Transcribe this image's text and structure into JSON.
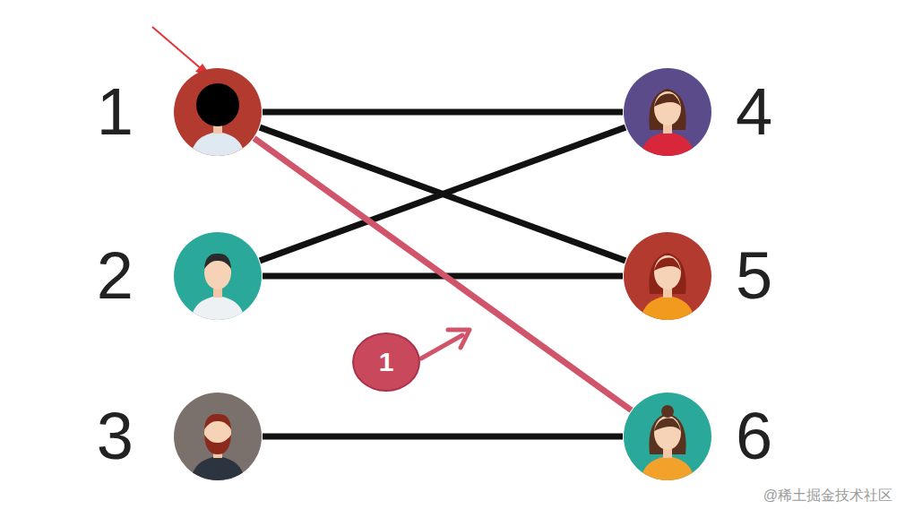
{
  "diagram": {
    "nodes": [
      {
        "text": [
          "1"
        ]
      },
      {
        "text": [
          "2"
        ]
      },
      {
        "text": [
          "3"
        ]
      },
      {
        "text": [
          "4"
        ]
      },
      {
        "text": [
          "5"
        ]
      },
      {
        "text": [
          "6"
        ]
      }
    ],
    "edges": [
      {
        "from": 0,
        "to": 3,
        "arrow": "none"
      },
      {
        "from": 0,
        "to": 4,
        "arrow": "none"
      },
      {
        "from": 1,
        "to": 3,
        "arrow": "none"
      },
      {
        "from": 1,
        "to": 4,
        "arrow": "none"
      },
      {
        "from": 2,
        "to": 5,
        "arrow": "none"
      },
      {
        "from": 0,
        "to": 5,
        "arrow": "none"
      }
    ],
    "labels": [
      "1",
      "@稀土掘金技术社区"
    ]
  }
}
